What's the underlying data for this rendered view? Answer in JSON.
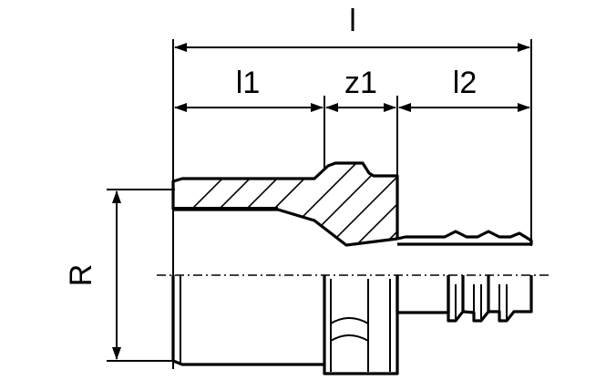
{
  "diagram": {
    "labels": {
      "overall_length": "l",
      "length_1": "l1",
      "length_z1": "z1",
      "length_2": "l2",
      "thread": "R"
    }
  }
}
